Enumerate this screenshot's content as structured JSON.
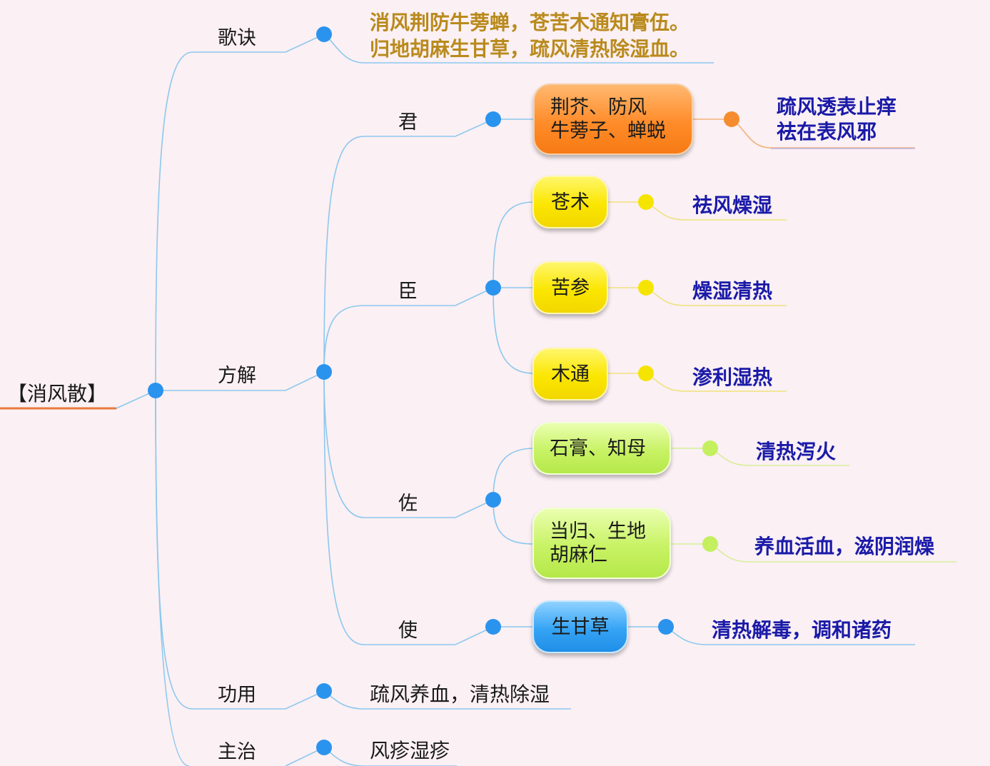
{
  "root": {
    "label": "【消风散】"
  },
  "branches": {
    "gejue": {
      "label": "歌诀",
      "lines": [
        "消风荆防牛蒡蝉，苍苦木通知膏伍。",
        "归地胡麻生甘草，疏风清热除湿血。"
      ]
    },
    "fangjie": {
      "label": "方解",
      "jun": {
        "label": "君",
        "herbs": [
          "荆芥、防风",
          "牛蒡子、蝉蜕"
        ],
        "effects": [
          "疏风透表止痒",
          "祛在表风邪"
        ]
      },
      "chen": {
        "label": "臣",
        "items": [
          {
            "herb": "苍术",
            "effect": "祛风燥湿"
          },
          {
            "herb": "苦参",
            "effect": "燥湿清热"
          },
          {
            "herb": "木通",
            "effect": "渗利湿热"
          }
        ]
      },
      "zuo": {
        "label": "佐",
        "items": [
          {
            "herb_lines": [
              "石膏、知母"
            ],
            "effect": "清热泻火"
          },
          {
            "herb_lines": [
              "当归、生地",
              "胡麻仁"
            ],
            "effect": "养血活血，滋阴润燥"
          }
        ]
      },
      "shi": {
        "label": "使",
        "herb": "生甘草",
        "effect": "清热解毒，调和诸药"
      }
    },
    "gongyong": {
      "label": "功用",
      "text": "疏风养血，清热除湿"
    },
    "zhuzhi": {
      "label": "主治",
      "text": "风疹湿疹"
    }
  },
  "colors": {
    "background": "#fbf0f4",
    "connector": "#8cc8ee",
    "node_dot": "#2a93ee",
    "root_underline": "#e87a3c",
    "orange_node": "#ff8c2a",
    "yellow_node": "#fbe600",
    "green_node": "#c8f264",
    "blue_node": "#35a4f5",
    "effect_text": "#1a1aa8",
    "verse_text": "#b98a1c"
  }
}
